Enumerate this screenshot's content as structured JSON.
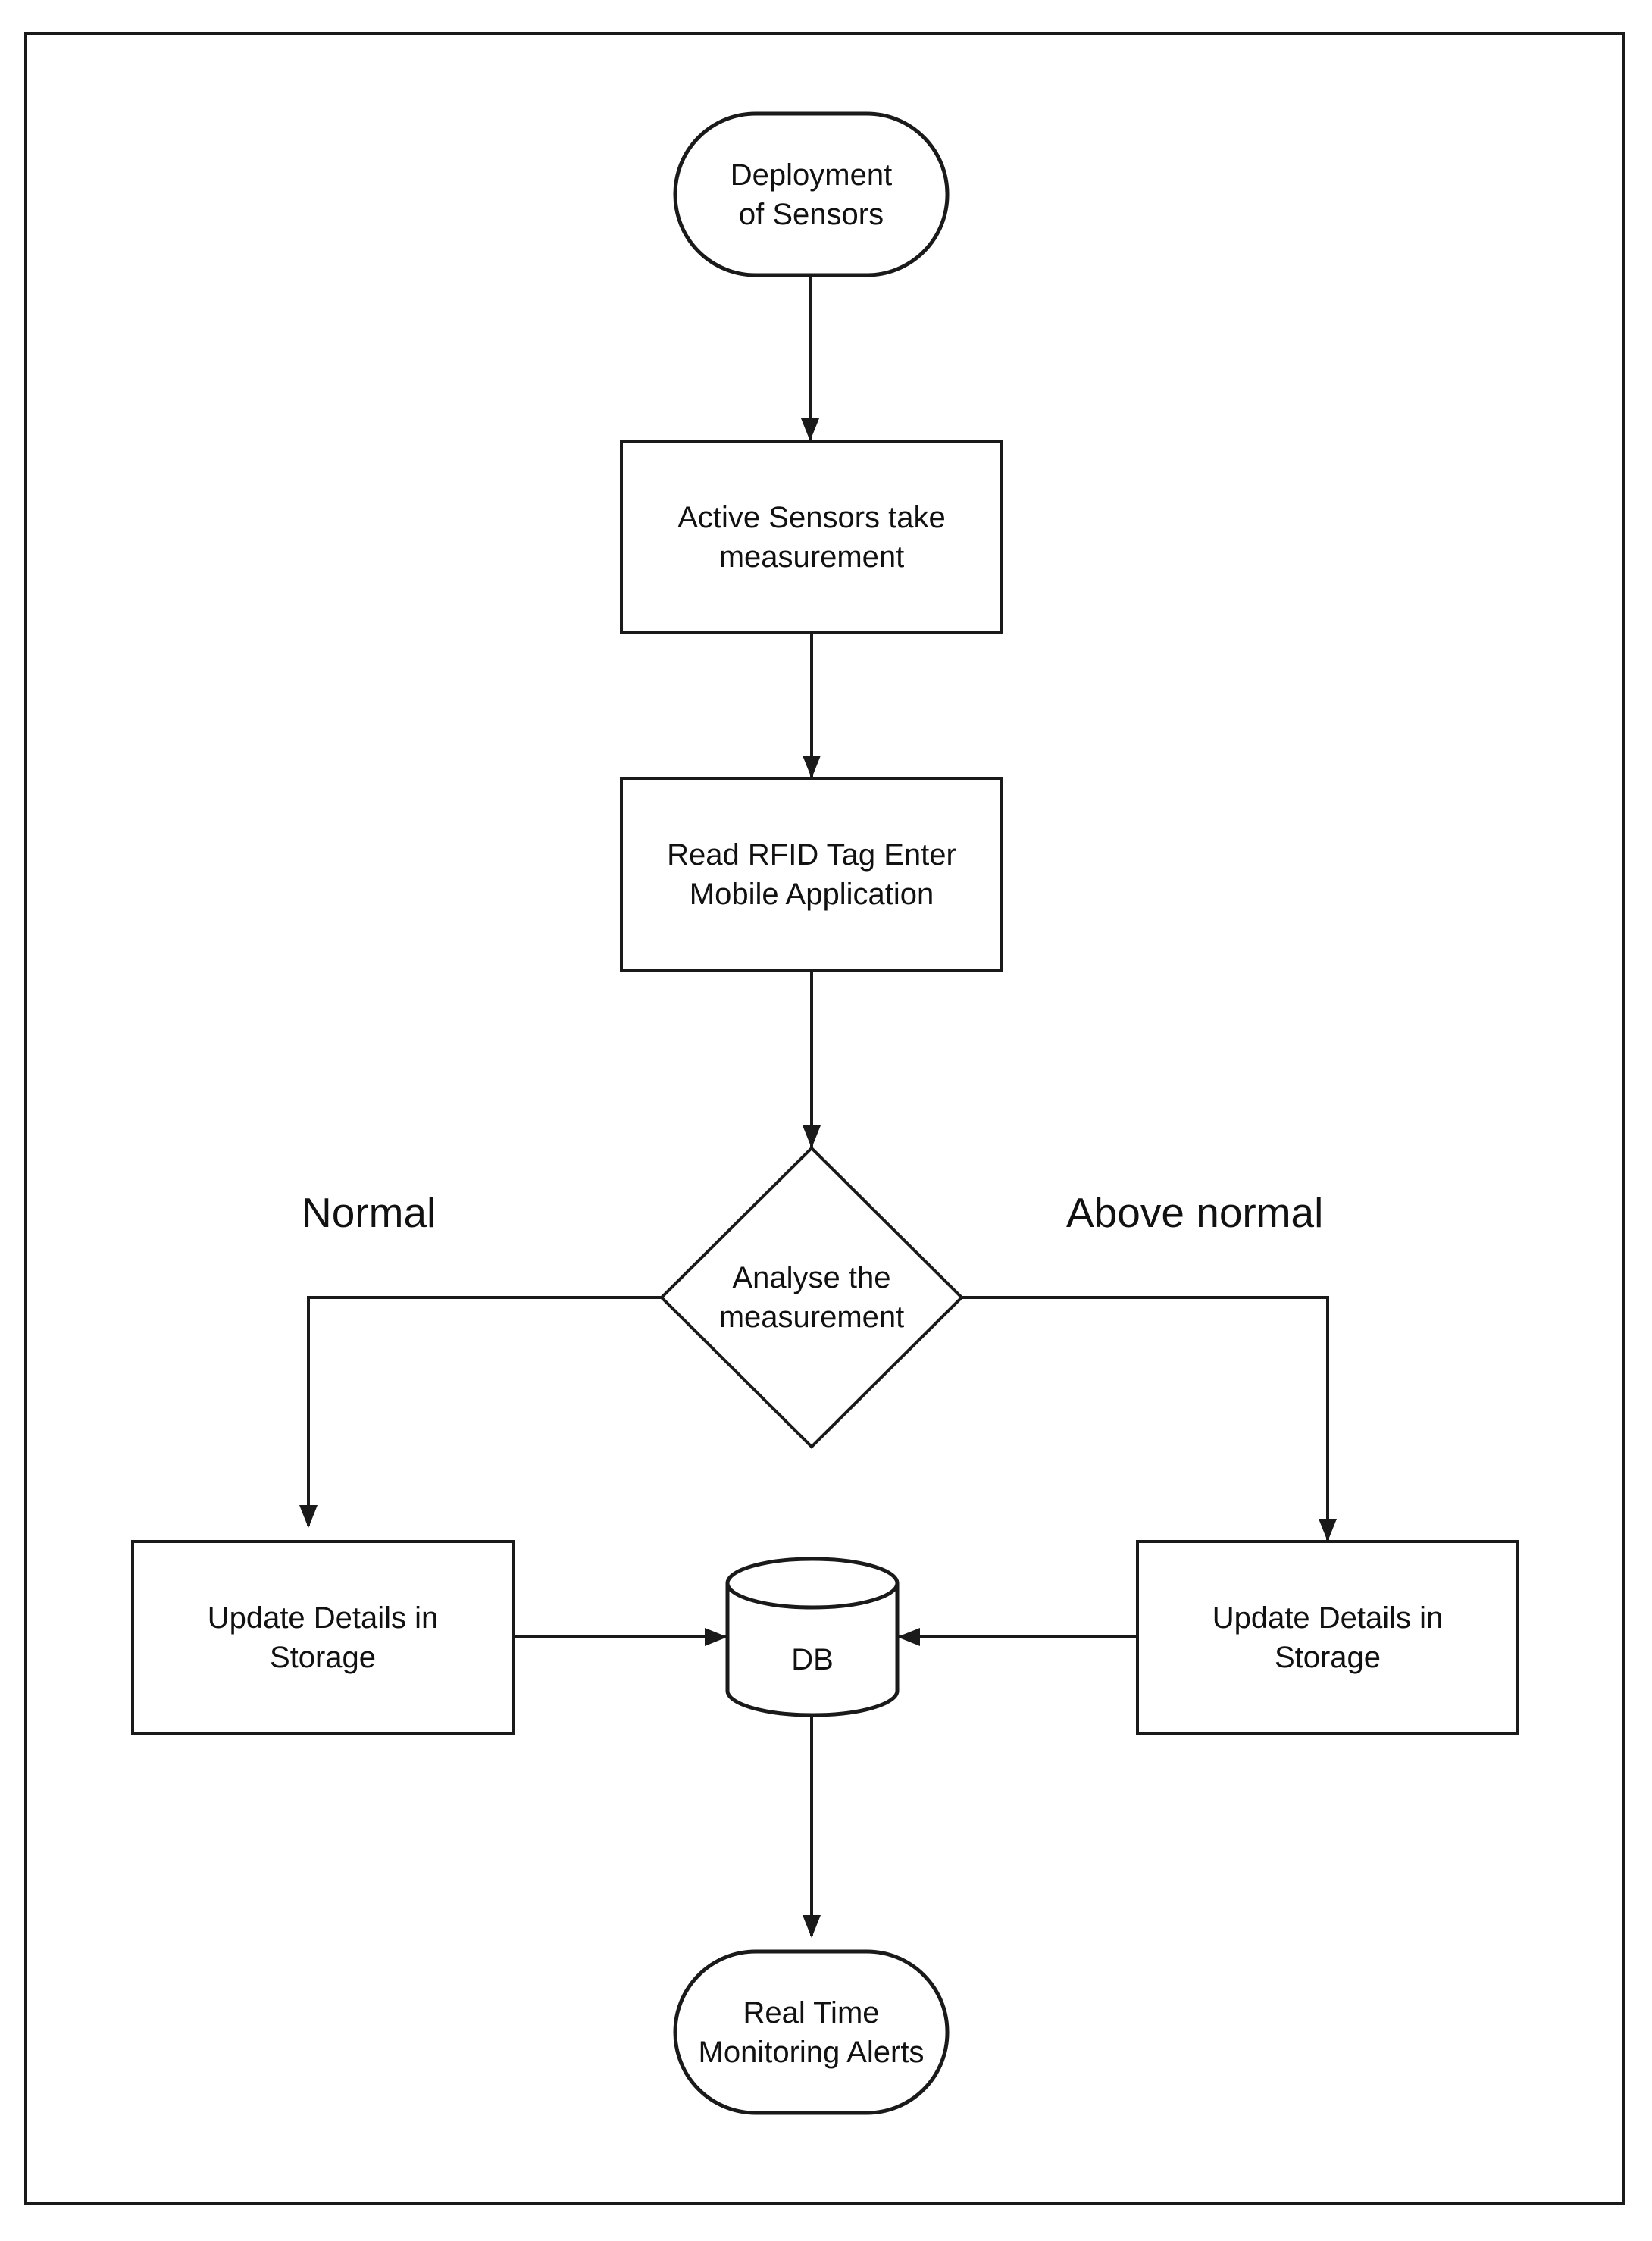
{
  "diagram": {
    "nodes": {
      "start": {
        "label": "Deployment\nof Sensors",
        "shape": "terminal"
      },
      "measure": {
        "label": "Active Sensors take\nmeasurement",
        "shape": "process"
      },
      "rfid": {
        "label": "Read RFID Tag Enter\nMobile Application",
        "shape": "process"
      },
      "analyse": {
        "label": "Analyse the\nmeasurement",
        "shape": "decision"
      },
      "update_left": {
        "label": "Update Details in\nStorage",
        "shape": "process"
      },
      "update_right": {
        "label": "Update Details in\nStorage",
        "shape": "process"
      },
      "db": {
        "label": "DB",
        "shape": "database"
      },
      "end": {
        "label": "Real Time\nMonitoring Alerts",
        "shape": "terminal"
      }
    },
    "branch_labels": {
      "normal": "Normal",
      "above_normal": "Above normal"
    },
    "edges": [
      {
        "from": "start",
        "to": "measure"
      },
      {
        "from": "measure",
        "to": "rfid"
      },
      {
        "from": "rfid",
        "to": "analyse"
      },
      {
        "from": "analyse",
        "to": "update_left",
        "label": "Normal"
      },
      {
        "from": "analyse",
        "to": "update_right",
        "label": "Above normal"
      },
      {
        "from": "update_left",
        "to": "db"
      },
      {
        "from": "update_right",
        "to": "db"
      },
      {
        "from": "db",
        "to": "end"
      }
    ],
    "colors": {
      "stroke": "#1a1a1a",
      "fill": "#ffffff",
      "text": "#111111"
    }
  }
}
